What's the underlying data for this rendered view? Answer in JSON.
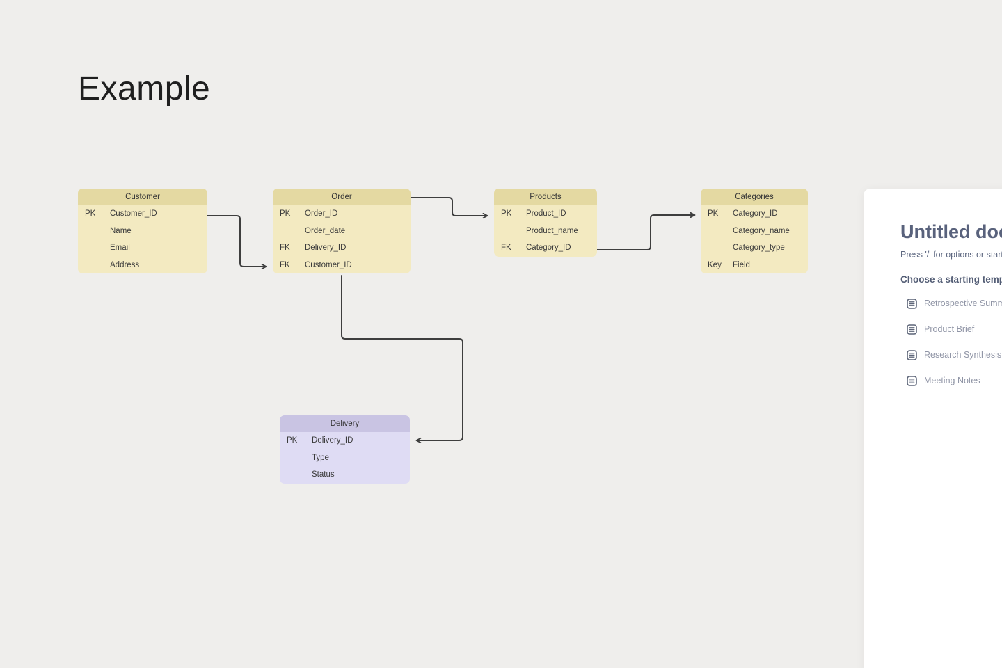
{
  "canvas": {
    "title": "Example"
  },
  "diagram": {
    "colors": {
      "tan_header": "#e4d9a2",
      "tan_body": "#f3eac1",
      "purple_header": "#c9c4e3",
      "purple_body": "#dfdcf4",
      "connector": "#3e3e3e",
      "text": "#3b3b3b"
    },
    "tables": [
      {
        "name": "Customer",
        "theme": "tan",
        "rows": [
          {
            "key": "PK",
            "field": "Customer_ID"
          },
          {
            "key": "",
            "field": "Name"
          },
          {
            "key": "",
            "field": "Email"
          },
          {
            "key": "",
            "field": "Address"
          }
        ]
      },
      {
        "name": "Order",
        "theme": "tan",
        "rows": [
          {
            "key": "PK",
            "field": "Order_ID"
          },
          {
            "key": "",
            "field": "Order_date"
          },
          {
            "key": "FK",
            "field": "Delivery_ID"
          },
          {
            "key": "FK",
            "field": "Customer_ID"
          }
        ]
      },
      {
        "name": "Products",
        "theme": "tan",
        "rows": [
          {
            "key": "PK",
            "field": "Product_ID"
          },
          {
            "key": "",
            "field": "Product_name"
          },
          {
            "key": "FK",
            "field": "Category_ID"
          }
        ]
      },
      {
        "name": "Categories",
        "theme": "tan",
        "rows": [
          {
            "key": "PK",
            "field": "Category_ID"
          },
          {
            "key": "",
            "field": "Category_name"
          },
          {
            "key": "",
            "field": "Category_type"
          },
          {
            "key": "Key",
            "field": "Field"
          }
        ]
      },
      {
        "name": "Delivery",
        "theme": "purple",
        "rows": [
          {
            "key": "PK",
            "field": "Delivery_ID"
          },
          {
            "key": "",
            "field": "Type"
          },
          {
            "key": "",
            "field": "Status"
          }
        ]
      }
    ],
    "relations": [
      {
        "from": "Customer.Customer_ID",
        "to": "Order.Customer_ID"
      },
      {
        "from": "Order",
        "to": "Products.Product_ID"
      },
      {
        "from": "Products.Category_ID",
        "to": "Categories.Category_ID"
      },
      {
        "from": "Order",
        "to": "Delivery.Delivery_ID"
      }
    ]
  },
  "doc_panel": {
    "title": "Untitled document",
    "hint": "Press '/' for options or start writing",
    "templates_heading": "Choose a starting template",
    "templates": [
      {
        "label": "Retrospective Summary"
      },
      {
        "label": "Product Brief"
      },
      {
        "label": "Research Synthesis"
      },
      {
        "label": "Meeting Notes"
      }
    ]
  }
}
